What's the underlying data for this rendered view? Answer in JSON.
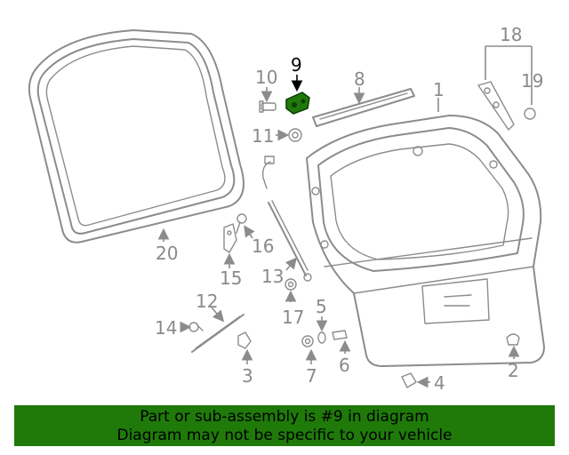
{
  "diagram": {
    "highlight_color": "#1f7a0a",
    "callouts": {
      "n1": "1",
      "n2": "2",
      "n3": "3",
      "n4": "4",
      "n5": "5",
      "n6": "6",
      "n7": "7",
      "n8": "8",
      "n9": "9",
      "n10": "10",
      "n11": "11",
      "n12": "12",
      "n13": "13",
      "n14": "14",
      "n15": "15",
      "n16": "16",
      "n17": "17",
      "n18": "18",
      "n19": "19",
      "n20": "20"
    }
  },
  "banner": {
    "line1": "Part or sub-assembly is #9 in diagram",
    "line2": "Diagram may not be specific to your vehicle",
    "background": "#1f7a0a"
  }
}
